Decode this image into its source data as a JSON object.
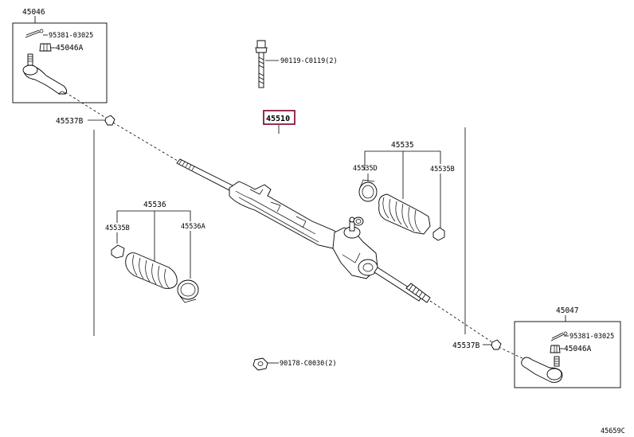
{
  "diagram": {
    "highlight_color": "#8b1a3a",
    "labels": {
      "box_left_title": "45046",
      "box_left_cotter": "95381-03025",
      "box_left_nut": "45046A",
      "left_rack_end": "45537B",
      "bolt_top": "90119-C0119(2)",
      "main_gear": "45510",
      "boot_right_group": "45535",
      "boot_right_clamp_d": "45535D",
      "boot_right_clamp_b": "45535B",
      "boot_left_group": "45536",
      "boot_left_clamp_b": "45535B",
      "boot_left_clamp_a": "45536A",
      "box_right_title": "45047",
      "box_right_cotter": "95381-03025",
      "box_right_nut": "45046A",
      "right_rack_end": "45537B",
      "nut_bottom": "90178-C0030(2)",
      "page_code": "45659C"
    }
  }
}
